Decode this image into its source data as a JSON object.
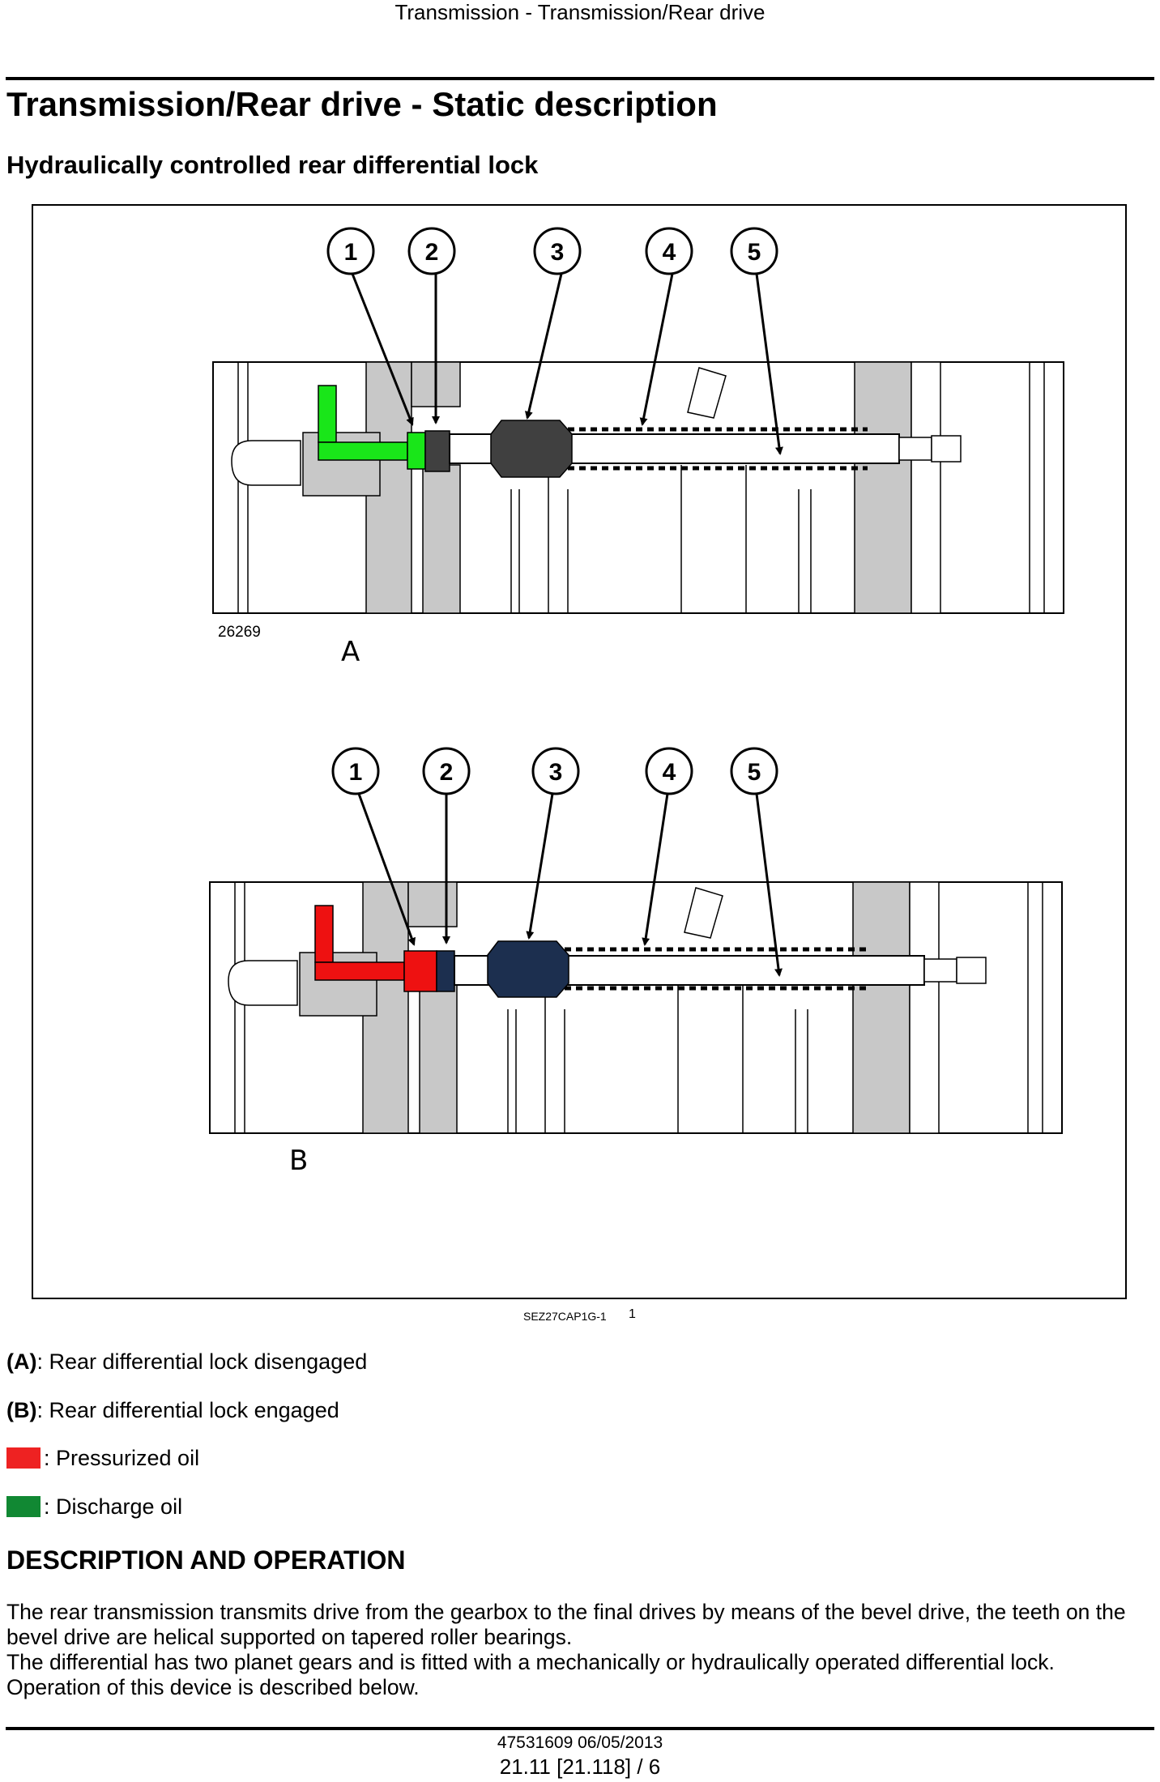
{
  "header": {
    "running_title": "Transmission - Transmission/Rear drive"
  },
  "title": "Transmission/Rear drive - Static description",
  "section_title": "Hydraulically controlled rear differential lock",
  "figure": {
    "callouts": [
      "1",
      "2",
      "3",
      "4",
      "5"
    ],
    "drawing_number": "26269",
    "view_a_label": "A",
    "view_b_label": "B",
    "reference": "SEZ27CAP1G-1",
    "figure_number": "1",
    "colors": {
      "discharge_oil": "#19e619",
      "pressurized_oil": "#ee1111",
      "housing_grey": "#c8c8c8",
      "sleeve_dark": "#404040",
      "sleeve_blue": "#1c2f4f"
    }
  },
  "legend": {
    "a_key": "(A)",
    "a_text": ": Rear differential lock disengaged",
    "b_key": "(B)",
    "b_text": ": Rear differential lock engaged",
    "pressurized_text": ":  Pressurized oil",
    "pressurized_color": "#ee2222",
    "discharge_text": ":  Discharge oil",
    "discharge_color": "#118833"
  },
  "description": {
    "heading": "DESCRIPTION AND OPERATION",
    "para1": "The rear transmission transmits drive from the gearbox to the final drives by means of the bevel drive, the teeth on the bevel drive are helical supported on tapered roller bearings.",
    "para2": "The differential has two planet gears and is fitted with a mechanically or hydraulically operated differential lock.",
    "para3": "Operation of this device is described below."
  },
  "footer": {
    "doc_id": "47531609 06/05/2013",
    "page_ref": "21.11 [21.118] / 6"
  }
}
